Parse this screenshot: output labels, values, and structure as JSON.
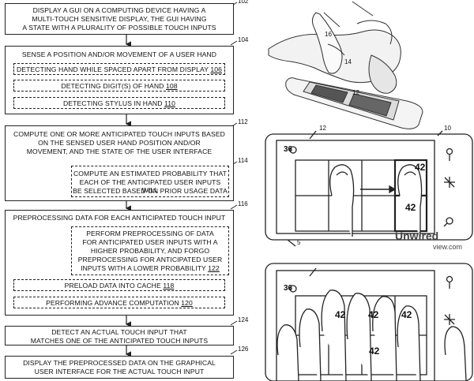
{
  "flowchart": {
    "b102": {
      "ref": "102",
      "lines": [
        "DISPLAY A GUI ON A COMPUTING DEVICE HAVING A",
        "MULTI-TOUCH SENSITIVE DISPLAY, THE GUI HAVING",
        "A STATE WITH A PLURALITY OF POSSIBLE TOUCH INPUTS"
      ]
    },
    "b104": {
      "ref": "104",
      "title": "SENSE A POSITION AND/OR MOVEMENT OF A USER HAND",
      "sub106": {
        "text": "DETECTING HAND WHILE SPACED APART FROM DISPLAY",
        "ref": "106"
      },
      "sub108": {
        "text": "DETECTING DIGIT(S) OF HAND",
        "ref": "108"
      },
      "sub110": {
        "text": "DETECTING STYLUS IN HAND",
        "ref": "110"
      }
    },
    "b112": {
      "ref": "112",
      "lines": [
        "COMPUTE ONE OR MORE ANTICIPATED TOUCH INPUTS BASED",
        "ON THE SENSED USER HAND POSITION AND/OR",
        "MOVEMENT, AND THE STATE OF THE USER INTERFACE"
      ],
      "sub114": {
        "ref": "114",
        "lines": [
          "COMPUTE AN ESTIMATED PROBABILITY THAT",
          "EACH OF THE ANTICIPATED USER INPUTS WILL",
          "BE SELECTED BASED ON PRIOR USAGE DATA"
        ]
      }
    },
    "b116": {
      "ref": "116",
      "title": "PREPROCESSING DATA FOR EACH ANTICIPATED TOUCH INPUT",
      "sub122": {
        "lines": [
          "PERFORM PREPROCESSING OF DATA",
          "FOR ANTICIPATED USER INPUTS WITH A",
          "HIGHER PROBABILITY, AND FORGO",
          "PREPROCESSING FOR ANTICIPATED USER",
          "INPUTS WITH A LOWER PROBABILITY"
        ],
        "ref": "122"
      },
      "sub118": {
        "text": "PRELOAD DATA INTO CACHE",
        "ref": "118"
      },
      "sub120": {
        "text": "PERFORMING ADVANCE COMPUTATION",
        "ref": "120"
      }
    },
    "b124": {
      "ref": "124",
      "lines": [
        "DETECT AN ACTUAL TOUCH INPUT THAT",
        "MATCHES ONE OF THE ANTICIPATED TOUCH INPUTS"
      ]
    },
    "b126": {
      "ref": "126",
      "lines": [
        "DISPLAY THE PREPROCESSED DATA ON THE GRAPHICAL",
        "USER INTERFACE FOR THE ACTUAL TOUCH INPUT"
      ]
    }
  },
  "figures": {
    "top": {
      "labels": {
        "finger": "16",
        "pen": "14",
        "screen": "12"
      }
    },
    "middle": {
      "num36": "36",
      "fig": "12",
      "ref10": "10",
      "tile1": "42",
      "tile2": "42",
      "ref5": "5",
      "watermark1": "Unwired",
      "watermark2": "view.com"
    },
    "bottom": {
      "num36": "36",
      "tiles": [
        "42",
        "42",
        "42",
        "42"
      ]
    }
  }
}
